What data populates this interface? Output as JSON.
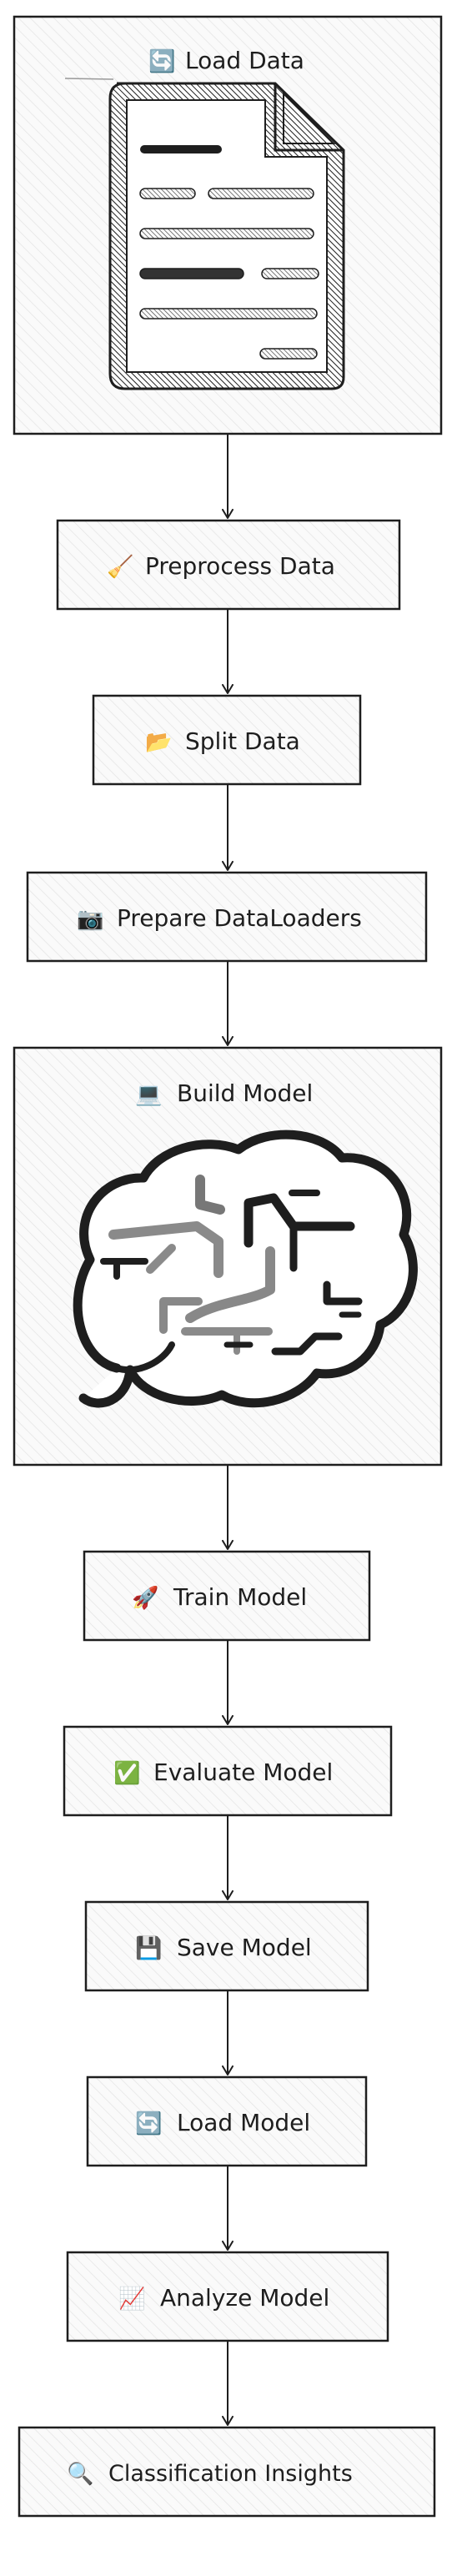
{
  "diagram": {
    "nodes": [
      {
        "id": "load-data",
        "icon": "🔄",
        "label": "Load Data",
        "illustration": "document-icon"
      },
      {
        "id": "preprocess-data",
        "icon": "🧹",
        "label": "Preprocess Data"
      },
      {
        "id": "split-data",
        "icon": "📂",
        "label": "Split Data"
      },
      {
        "id": "prepare-dataloaders",
        "icon": "📷",
        "label": "Prepare DataLoaders"
      },
      {
        "id": "build-model",
        "icon": "💻",
        "label": "Build Model",
        "illustration": "brain-icon"
      },
      {
        "id": "train-model",
        "icon": "🚀",
        "label": "Train Model"
      },
      {
        "id": "evaluate-model",
        "icon": "✅",
        "label": "Evaluate Model"
      },
      {
        "id": "save-model",
        "icon": "💾",
        "label": "Save Model"
      },
      {
        "id": "load-model",
        "icon": "🔄",
        "label": "Load Model"
      },
      {
        "id": "analyze-model",
        "icon": "📈",
        "label": "Analyze Model"
      },
      {
        "id": "classification-insights",
        "icon": "🔍",
        "label": "Classification Insights"
      }
    ],
    "colors": {
      "stroke": "#1e1e1e",
      "box_fill": "#f8f8f8",
      "hatch": "#e6e6e6",
      "background": "#ffffff"
    }
  }
}
